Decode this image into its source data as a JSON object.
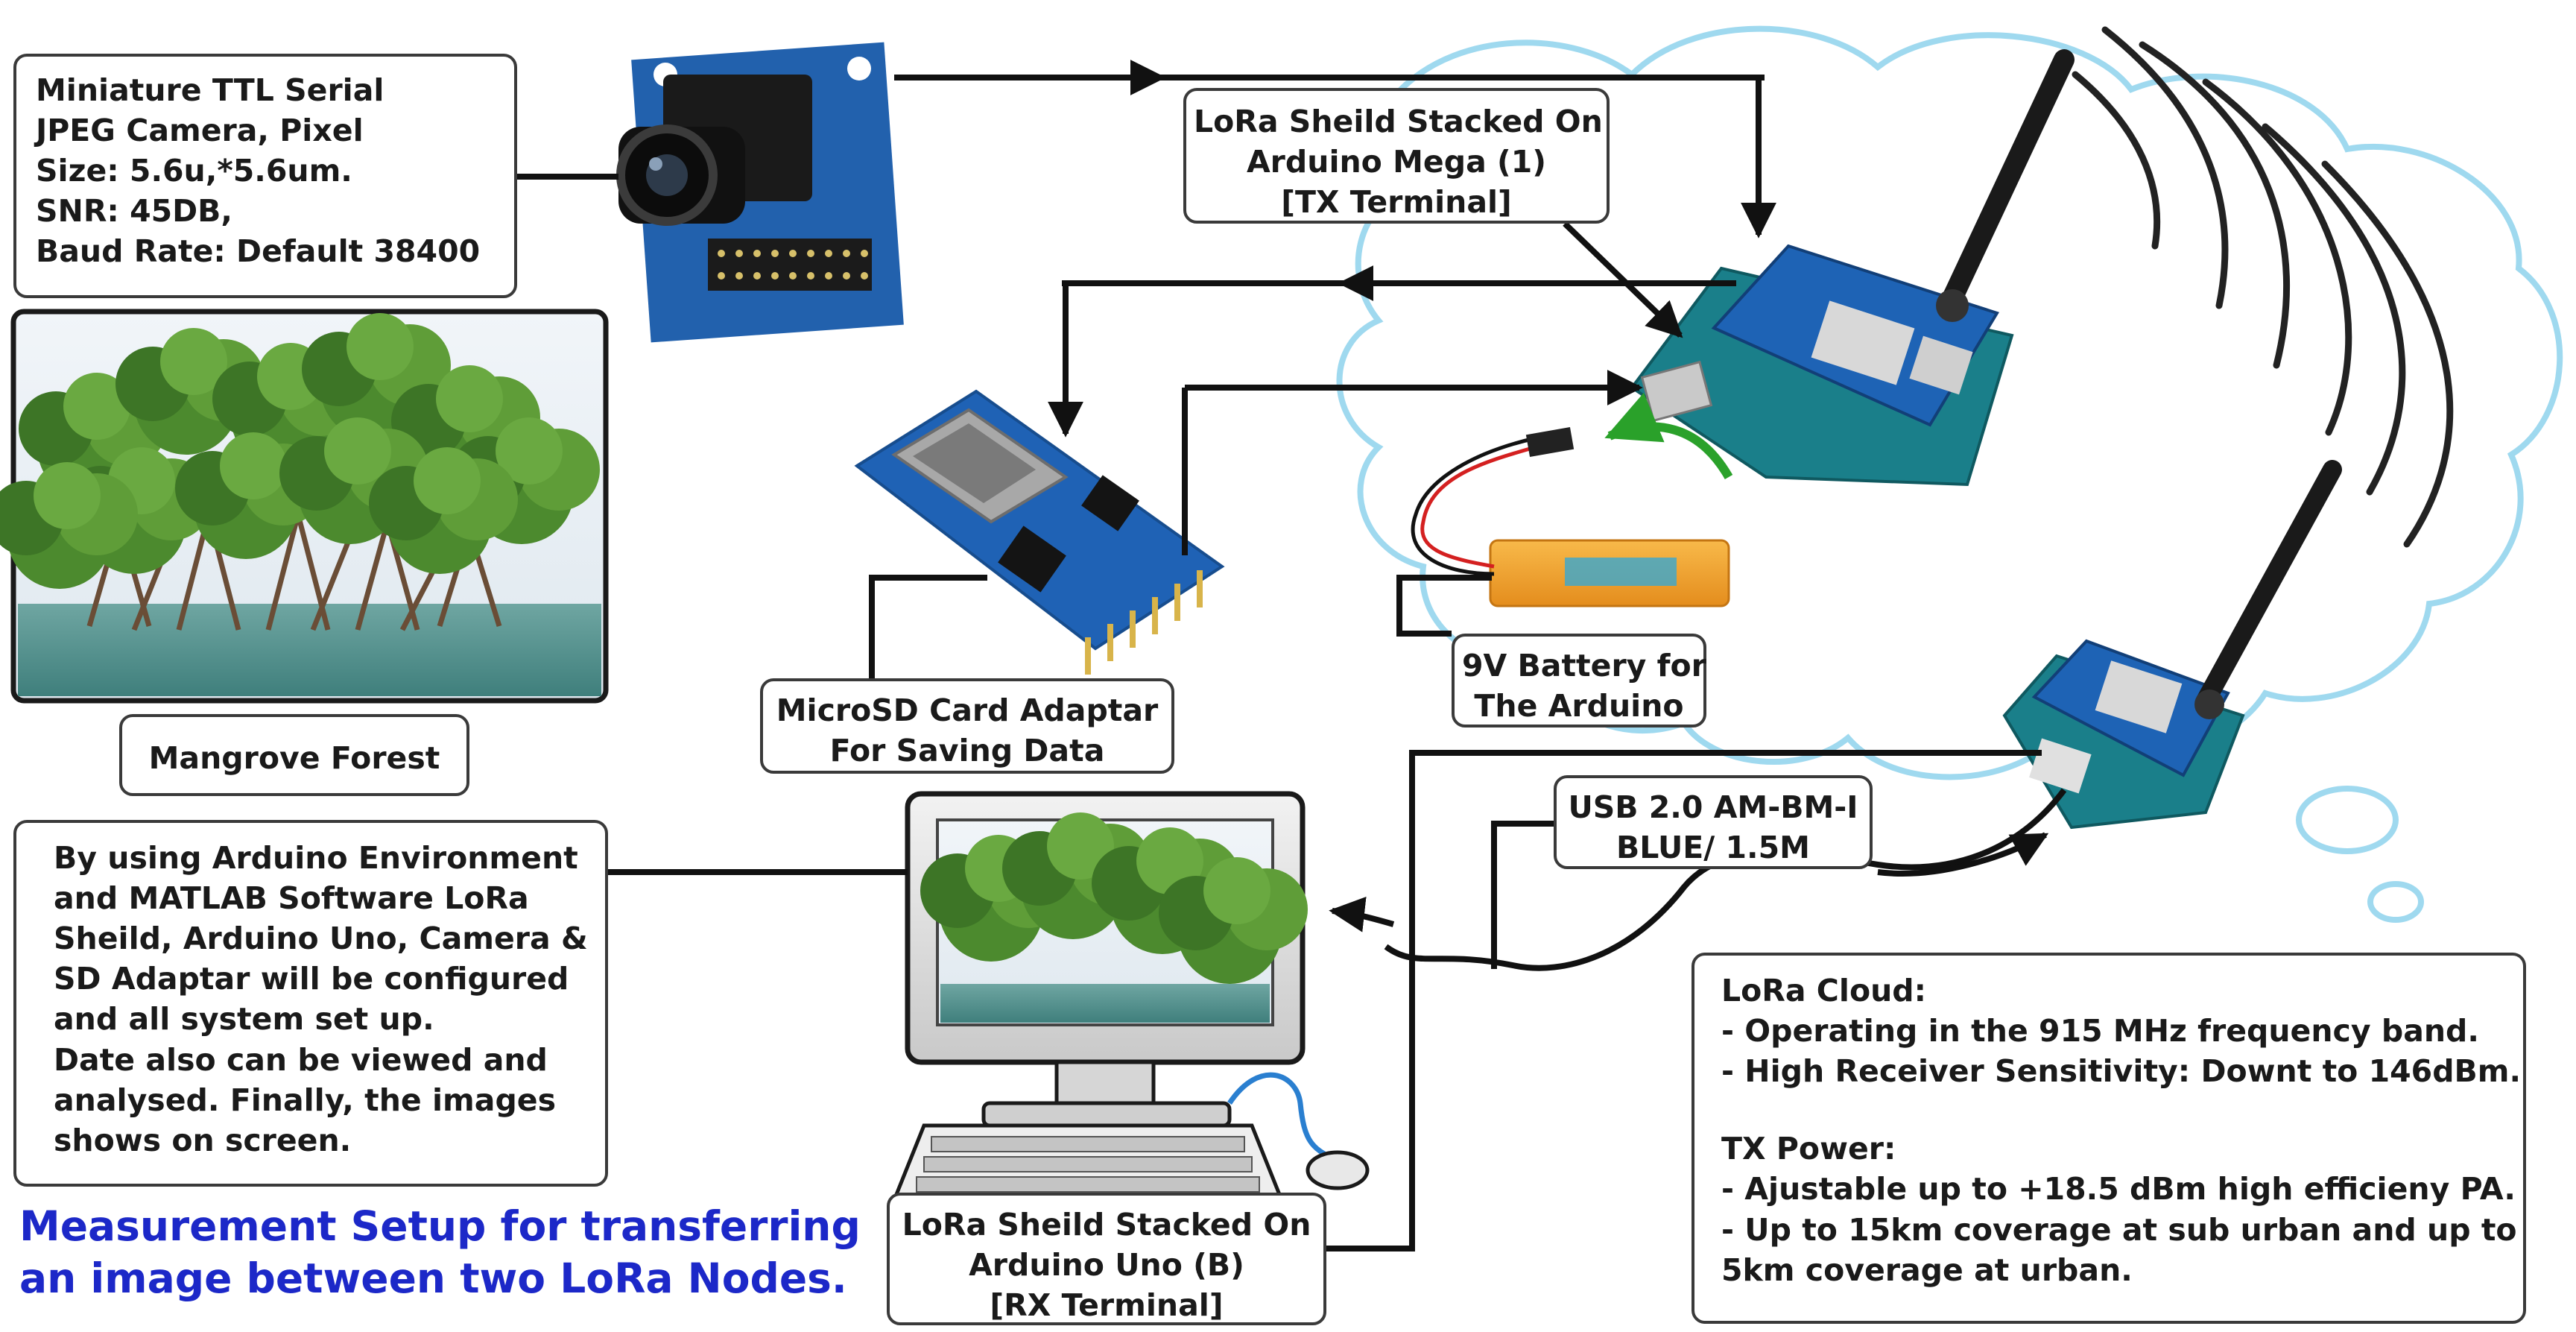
{
  "camera_box": {
    "lines": [
      "Miniature TTL Serial",
      "JPEG Camera, Pixel",
      "Size: 5.6u,*5.6um.",
      "SNR: 45DB,",
      "Baud Rate: Default 38400"
    ]
  },
  "mangrove_label": "Mangrove Forest",
  "tx_box": {
    "lines": [
      "LoRa Sheild Stacked On",
      "Arduino Mega (1)",
      "[TX Terminal]"
    ]
  },
  "sd_box": {
    "lines": [
      "MicroSD Card Adaptar",
      "For Saving Data"
    ]
  },
  "battery_box": {
    "lines": [
      "9V Battery for",
      "The Arduino"
    ]
  },
  "usb_box": {
    "lines": [
      "USB  2.0 AM-BM-I",
      "BLUE/ 1.5M"
    ]
  },
  "software_box": {
    "lines": [
      "By using Arduino Environment",
      "and  MATLAB  Software  LoRa",
      "Sheild, Arduino Uno, Camera &",
      "SD Adaptar will be  configured",
      "and all system set up.",
      "Date also can be viewed and",
      "analysed.  Finally,  the  images",
      "shows on screen."
    ]
  },
  "rx_box": {
    "lines": [
      "LoRa Sheild Stacked On",
      "Arduino Uno (B)",
      "[RX Terminal]"
    ]
  },
  "cloud_box": {
    "heading": "LoRa Cloud:",
    "lines_a": [
      "- Operating in the 915 MHz frequency band.",
      "- High Receiver Sensitivity:  Downt to 146dBm."
    ],
    "heading2": "TX Power:",
    "lines_b": [
      "- Ajustable up to +18.5 dBm high efficieny PA.",
      "- Up to 15km coverage at sub urban and up to",
      " 5km coverage at urban."
    ]
  },
  "caption": {
    "lines": [
      "Measurement Setup for transferring",
      "an image between two LoRa  Nodes."
    ]
  },
  "colors": {
    "caption_blue": "#1c28c8",
    "board_blue": "#1f62b5",
    "cloud_outline": "#9fd9ef",
    "battery_orange": "#f3a12b",
    "green_arrow": "#2aa12a",
    "wire_red": "#d42020"
  },
  "icons": [
    "camera-module-icon",
    "microsd-adapter-icon",
    "arduino-mega-lora-icon",
    "arduino-uno-lora-icon",
    "battery-icon",
    "desktop-computer-icon",
    "radio-waves-icon",
    "lora-cloud-icon",
    "mangrove-forest-image"
  ]
}
